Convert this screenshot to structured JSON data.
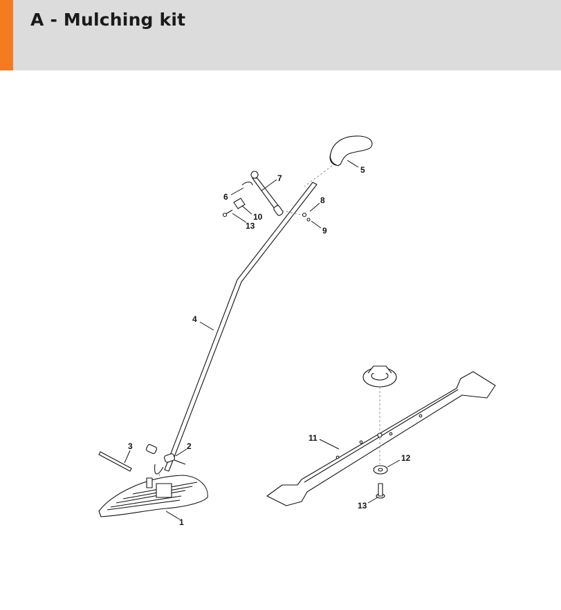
{
  "header": {
    "title": "A - Mulching kit",
    "accent_color": "#f47b20",
    "background_color": "#dcdcdc"
  },
  "callouts": [
    "1",
    "2",
    "3",
    "4",
    "5",
    "6",
    "7",
    "8",
    "9",
    "10",
    "11",
    "12",
    "13",
    "13"
  ]
}
